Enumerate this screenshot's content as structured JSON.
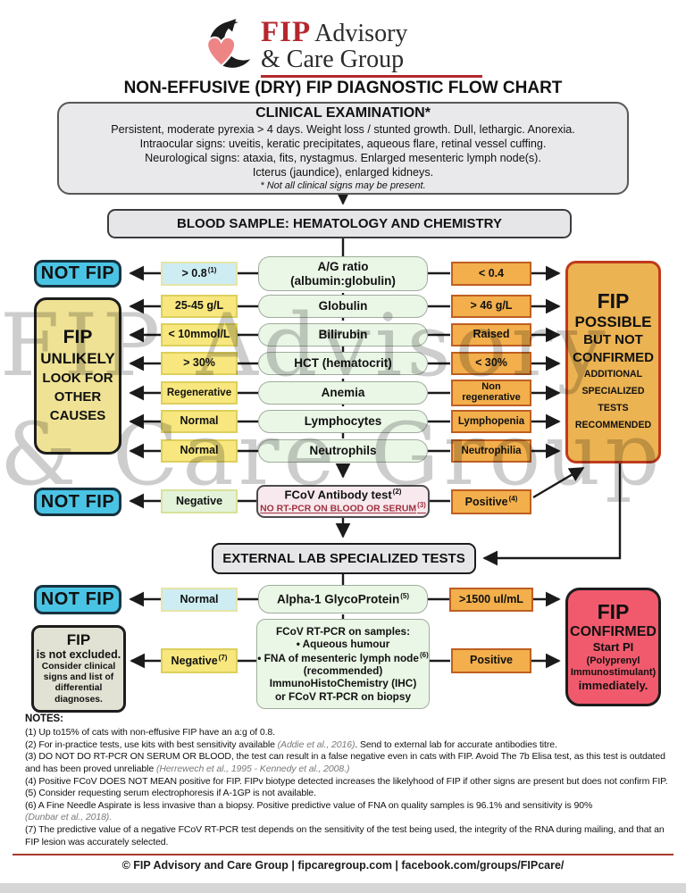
{
  "brand": {
    "fip": "FIP",
    "advisory": "Advisory",
    "care": "& Care Group"
  },
  "title": "NON-EFFUSIVE (DRY) FIP DIAGNOSTIC FLOW CHART",
  "clinical": {
    "title": "CLINICAL EXAMINATION*",
    "lines": [
      "Persistent, moderate pyrexia > 4 days. Weight loss / stunted growth.  Dull, lethargic. Anorexia.",
      "Intraocular signs: uveitis, keratic precipitates, aqueous flare, retinal vessel cuffing.",
      "Neurological signs: ataxia, fits, nystagmus. Enlarged mesenteric lymph node(s).",
      "Icterus (jaundice), enlarged kidneys."
    ],
    "footnote": "* Not all clinical signs may be present."
  },
  "blood_header": "BLOOD SAMPLE: HEMATOLOGY AND CHEMISTRY",
  "external_header": "EXTERNAL LAB SPECIALIZED TESTS",
  "outcomes": {
    "not_fip": "NOT FIP",
    "unlikely": {
      "l1": "FIP",
      "l2": "UNLIKELY",
      "l3": "LOOK FOR",
      "l4": "OTHER",
      "l5": "CAUSES"
    },
    "possible": {
      "l1": "FIP",
      "l2": "POSSIBLE",
      "l3": "BUT NOT",
      "l4": "CONFIRMED",
      "l5": "ADDITIONAL",
      "l6": "SPECIALIZED",
      "l7": "TESTS",
      "l8": "RECOMMENDED"
    },
    "confirmed": {
      "l1": "FIP",
      "l2": "CONFIRMED",
      "l3": "Start PI",
      "l4": "(Polyprenyl",
      "l5": "Immunostimulant)",
      "l6": "immediately."
    },
    "not_excluded": {
      "l1": "FIP",
      "l2": "is not excluded.",
      "l3": "Consider clinical",
      "l4": "signs and list of",
      "l5": "differential",
      "l6": "diagnoses."
    }
  },
  "rows": [
    {
      "left": "> 0.8",
      "left_sup": "(1)",
      "center": "A/G ratio",
      "center2": "(albumin:globulin)",
      "right": "< 0.4"
    },
    {
      "left": "25-45 g/L",
      "center": "Globulin",
      "right": "> 46 g/L"
    },
    {
      "left": "< 10mmol/L",
      "center": "Bilirubin",
      "right": "Raised"
    },
    {
      "left": "> 30%",
      "center": "HCT (hematocrit)",
      "right": "< 30%"
    },
    {
      "left": "Regenerative",
      "center": "Anemia",
      "right": "Non",
      "right2": "regenerative"
    },
    {
      "left": "Normal",
      "center": "Lymphocytes",
      "right": "Lymphopenia"
    },
    {
      "left": "Normal",
      "center": "Neutrophils",
      "right": "Neutrophilia"
    }
  ],
  "fcov": {
    "left": "Negative",
    "center": "FCoV Antibody test",
    "center_sup": "(2)",
    "warning": "NO RT-PCR ON BLOOD OR SERUM",
    "warning_sup": "(3)",
    "right": "Positive",
    "right_sup": "(4)"
  },
  "alpha": {
    "left": "Normal",
    "center": "Alpha-1 GlycoProtein",
    "center_sup": "(5)",
    "right": ">1500 ul/mL"
  },
  "rtpcr": {
    "l1": "FCoV RT-PCR on samples:",
    "l2": "• Aqueous humour",
    "l3": "• FNA of mesenteric lymph node",
    "l3_sup": "(6)",
    "l4": "(recommended)",
    "l5": "ImmunoHistoChemistry (IHC)",
    "l6": "or FCoV RT-PCR on biopsy",
    "left": "Negative",
    "left_sup": "(7)",
    "right": "Positive"
  },
  "notes": {
    "title": "NOTES:",
    "n1": "(1) Up to15% of cats with non-effusive FIP have an a:g of 0.8.",
    "n2a": "(2) For in-practice tests, use kits with best sensitivity available ",
    "n2cite": "(Addie et al., 2016)",
    "n2b": ". Send to external lab for accurate antibodies titre.",
    "n3a": "(3) DO NOT DO RT-PCR ON SERUM OR BLOOD,  the test can result in a false negative even in cats with FIP. Avoid The 7b Elisa test, as this test is outdated and has been proved unreliable ",
    "n3cite": "(Herrewech et al., 1995 - Kennedy et al., 2008.)",
    "n4": "(4) Positive FCoV DOES NOT MEAN positive for FIP. FIPv biotype detected increases the likelyhood of FIP if other signs are present but does not confirm FIP.",
    "n5": "(5) Consider requesting serum electrophoresis if A-1GP is not available.",
    "n6a": "(6) A Fine Needle Aspirate is less invasive than a biopsy. Positive predictive value of FNA on quality samples is 96.1% and sensitivity is 90%",
    "n6cite": "(Dunbar  et al., 2018).",
    "n7": "(7) The predictive value of a negative FCoV RT-PCR test depends on the sensitivity of the test being used, the integrity of the RNA during mailing, and that an FIP lesion was accurately selected."
  },
  "footer": "© FIP Advisory and Care Group  |  fipcaregroup.com  |  facebook.com/groups/FIPcare/",
  "watermark": {
    "line1": "FIP Advisory",
    "line2": "& Care Group"
  },
  "colors": {
    "not_fip_cyan": "#4ac4e4",
    "possible_orange": "#ecb352",
    "confirmed_red": "#f15a6d",
    "unlikely_yellow": "#efe294",
    "accent_red": "#b5272d"
  }
}
